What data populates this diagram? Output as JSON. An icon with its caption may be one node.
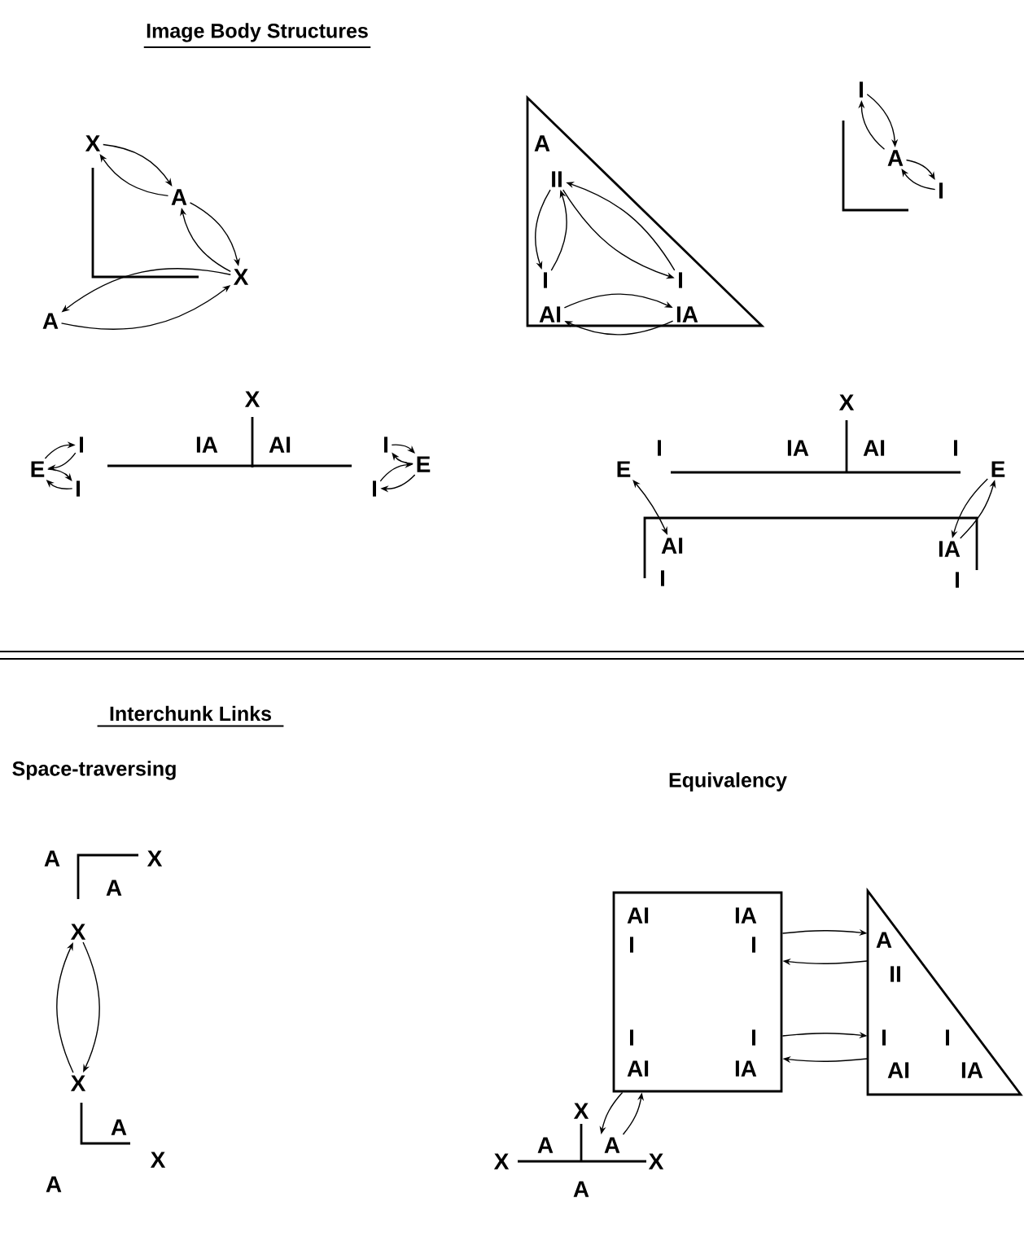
{
  "diagram": {
    "title": "Image Body Structures",
    "nodes": [
      {
        "text": [
          "X"
        ]
      },
      {
        "text": [
          "A"
        ]
      },
      {
        "text": [
          "X"
        ]
      },
      {
        "text": [
          "A"
        ]
      },
      {
        "text": [
          "A"
        ]
      },
      {
        "text": [
          "II"
        ],
        "in": 4
      },
      {
        "text": [
          "I"
        ],
        "in": 4
      },
      {
        "text": [
          "I"
        ],
        "in": 4
      },
      {
        "text": [
          "AI"
        ],
        "in": 4
      },
      {
        "text": [
          "IA"
        ],
        "in": 4
      },
      {
        "text": [
          "I"
        ]
      },
      {
        "text": [
          "A"
        ]
      },
      {
        "text": [
          "I"
        ]
      },
      {
        "text": [
          "E"
        ]
      },
      {
        "text": [
          "I"
        ]
      },
      {
        "text": [
          "I"
        ]
      },
      {
        "text": [
          "I"
        ]
      },
      {
        "text": [
          "E"
        ]
      },
      {
        "text": [
          "I"
        ]
      },
      {
        "text": [
          "E"
        ]
      },
      {
        "text": [
          "AI"
        ]
      },
      {
        "text": [
          "IA"
        ]
      },
      {
        "text": [
          "E"
        ]
      },
      {
        "text": [
          "X"
        ]
      },
      {
        "text": [
          "X"
        ]
      },
      {
        "text": [
          "AI",
          "IA",
          "I",
          "I",
          "I",
          "I",
          "AI",
          "IA"
        ]
      },
      {
        "text": [
          "A",
          "II",
          "I",
          "I",
          "AI",
          "IA"
        ]
      },
      {
        "text": [
          "A"
        ]
      }
    ],
    "edges": [
      {
        "from": 0,
        "to": 1,
        "arrow": "to"
      },
      {
        "from": 1,
        "to": 0,
        "arrow": "to"
      },
      {
        "from": 1,
        "to": 2,
        "arrow": "to"
      },
      {
        "from": 2,
        "to": 1,
        "arrow": "to"
      },
      {
        "from": 2,
        "to": 3,
        "arrow": "to"
      },
      {
        "from": 3,
        "to": 2,
        "arrow": "to"
      },
      {
        "from": 5,
        "to": 6,
        "arrow": "to"
      },
      {
        "from": 6,
        "to": 5,
        "arrow": "to"
      },
      {
        "from": 5,
        "to": 7,
        "arrow": "to"
      },
      {
        "from": 7,
        "to": 5,
        "arrow": "to"
      },
      {
        "from": 8,
        "to": 9,
        "arrow": "to"
      },
      {
        "from": 9,
        "to": 8,
        "arrow": "to"
      },
      {
        "from": 10,
        "to": 11,
        "arrow": "to"
      },
      {
        "from": 11,
        "to": 10,
        "arrow": "to"
      },
      {
        "from": 11,
        "to": 12,
        "arrow": "to"
      },
      {
        "from": 12,
        "to": 11,
        "arrow": "to"
      },
      {
        "from": 13,
        "to": 14,
        "arrow": "to"
      },
      {
        "from": 14,
        "to": 13,
        "arrow": "to"
      },
      {
        "from": 13,
        "to": 15,
        "arrow": "to"
      },
      {
        "from": 15,
        "to": 13,
        "arrow": "to"
      },
      {
        "from": 17,
        "to": 16,
        "arrow": "to"
      },
      {
        "from": 16,
        "to": 17,
        "arrow": "to"
      },
      {
        "from": 17,
        "to": 18,
        "arrow": "to"
      },
      {
        "from": 18,
        "to": 17,
        "arrow": "to"
      },
      {
        "from": 19,
        "to": 20,
        "arrow": "both"
      },
      {
        "from": 22,
        "to": 21,
        "arrow": "to"
      },
      {
        "from": 21,
        "to": 22,
        "arrow": "to"
      },
      {
        "from": 23,
        "to": 24,
        "arrow": "to"
      },
      {
        "from": 24,
        "to": 23,
        "arrow": "to"
      },
      {
        "from": 25,
        "to": 26,
        "arrow": "to"
      },
      {
        "from": 26,
        "to": 25,
        "arrow": "to"
      },
      {
        "from": 25,
        "to": 26,
        "arrow": "to"
      },
      {
        "from": 26,
        "to": 25,
        "arrow": "to"
      },
      {
        "from": 25,
        "to": 27,
        "arrow": "to"
      },
      {
        "from": 27,
        "to": 25,
        "arrow": "to"
      }
    ],
    "labels": [
      "X",
      "IA",
      "AI",
      "X",
      "I",
      "IA",
      "AI",
      "I",
      "I",
      "I",
      "Interchunk Links",
      "Space-traversing",
      "Equivalency",
      "A",
      "X",
      "A",
      "A",
      "X",
      "A",
      "X",
      "A",
      "X",
      "X",
      "A"
    ]
  }
}
